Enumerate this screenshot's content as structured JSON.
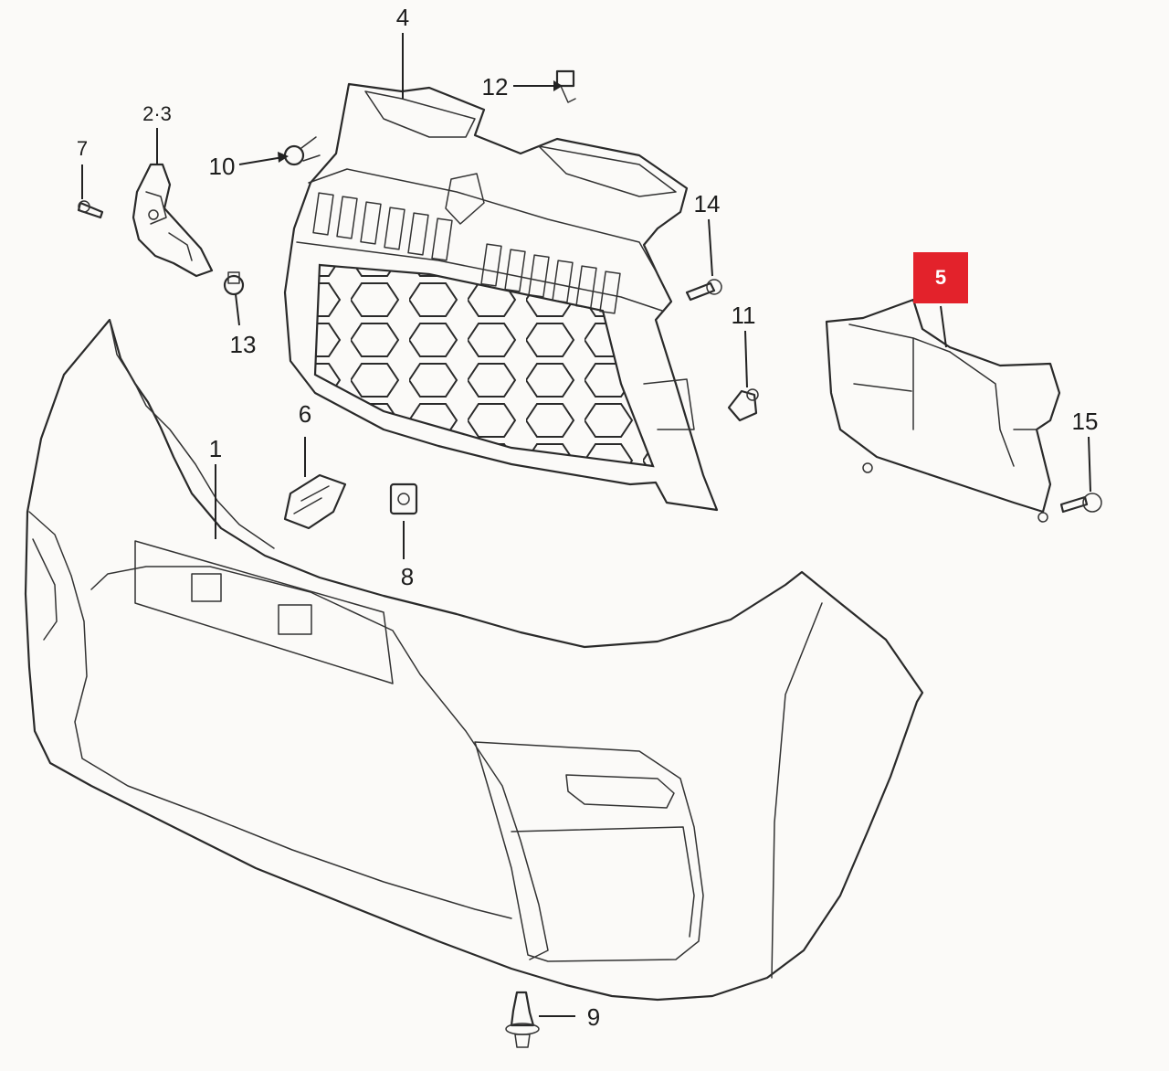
{
  "colors": {
    "highlight": "#e3222b",
    "line": "#2a2a2a",
    "paper": "#fbfaf8"
  },
  "callouts": {
    "p1": "1",
    "p23": "2·3",
    "p4": "4",
    "p5": "5",
    "p6": "6",
    "p7": "7",
    "p8": "8",
    "p9": "9",
    "p10": "10",
    "p11": "11",
    "p12": "12",
    "p13": "13",
    "p14": "14",
    "p15": "15"
  }
}
